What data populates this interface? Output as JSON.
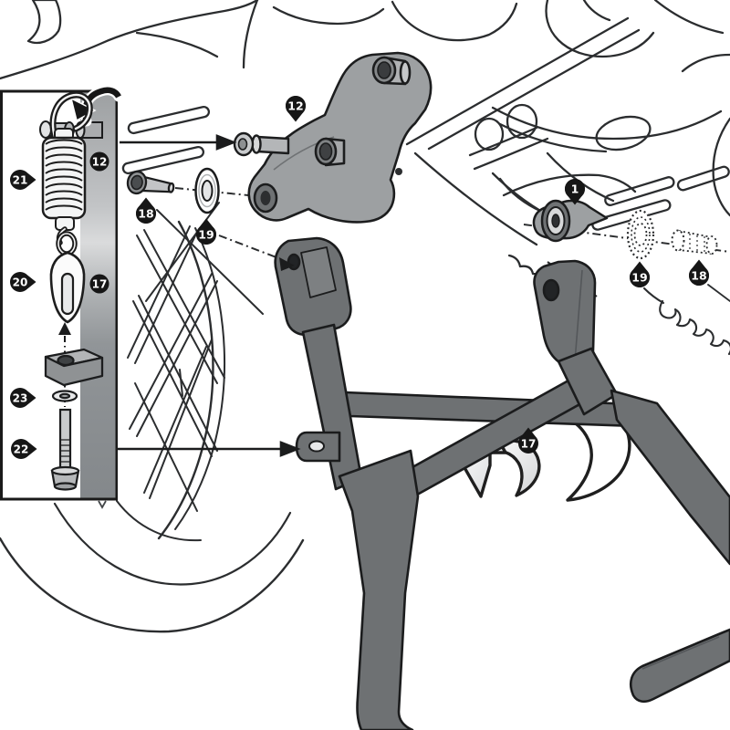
{
  "diagram": {
    "title": "Motorcycle centre-stand fitting instruction (exploded line-art drawing)",
    "colors": {
      "background": "#ffffff",
      "line_art": "#2b2d2f",
      "new_part_gray": "#9da0a2",
      "stand_gray": "#6e7173",
      "inset_bar_gray": "#8f9395",
      "badge_black": "#161616",
      "badge_text": "#ffffff"
    },
    "inset_panel": {
      "callouts": [
        {
          "id": "spring",
          "label": "21"
        },
        {
          "id": "rotation-step",
          "label": "12"
        },
        {
          "id": "hook",
          "label": "20"
        },
        {
          "id": "stand-leg",
          "label": "17"
        },
        {
          "id": "washer",
          "label": "23"
        },
        {
          "id": "bolt",
          "label": "22"
        }
      ]
    },
    "main_view": {
      "callouts": [
        {
          "id": "bracket-pin",
          "label": "12"
        },
        {
          "id": "socket-bolt-left",
          "label": "18"
        },
        {
          "id": "washer-left",
          "label": "19"
        },
        {
          "id": "right-mount",
          "label": "1"
        },
        {
          "id": "washer-right",
          "label": "19"
        },
        {
          "id": "bolt-right",
          "label": "18"
        },
        {
          "id": "centre-stand",
          "label": "17"
        }
      ]
    }
  }
}
